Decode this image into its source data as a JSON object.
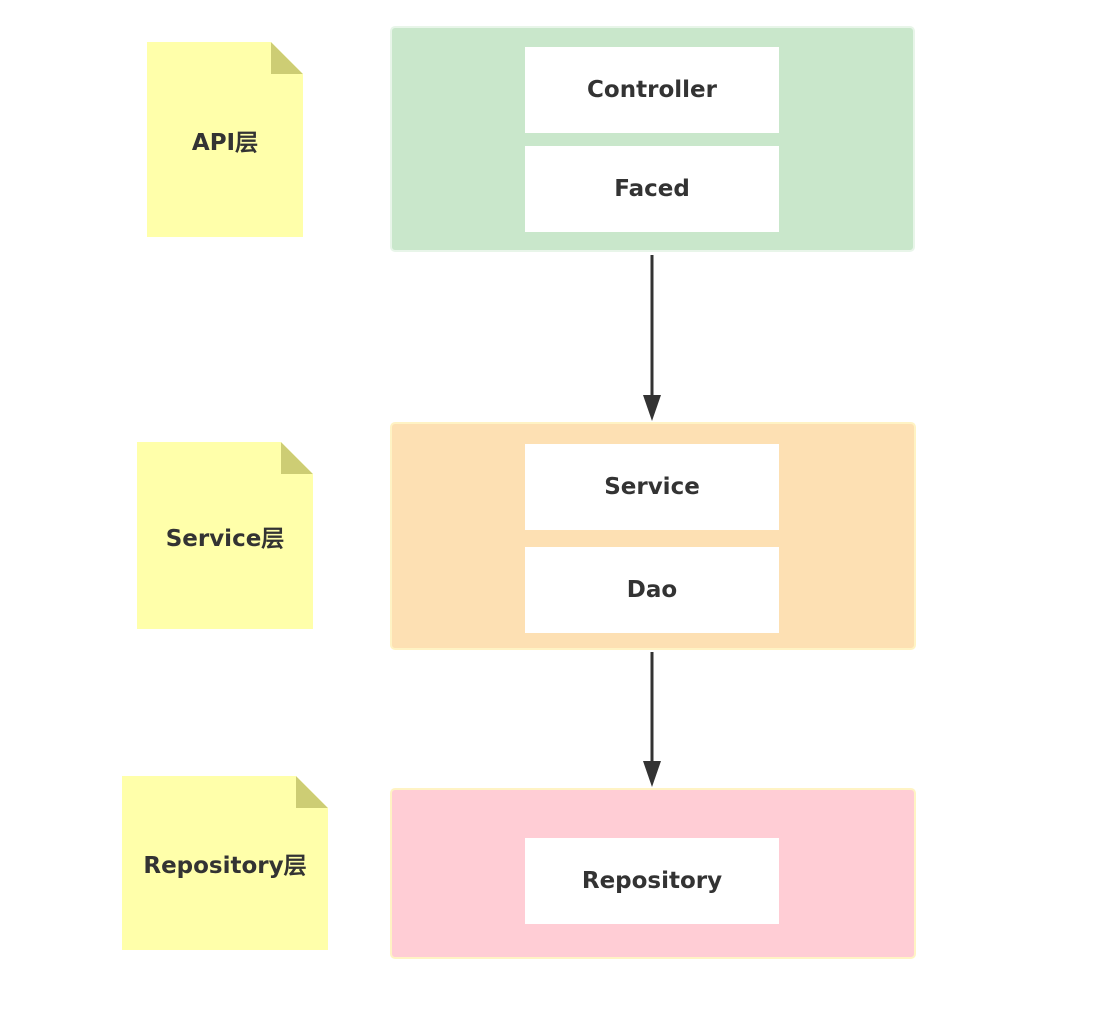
{
  "colors": {
    "note_bg": "#FFFFAA",
    "note_fold": "#CDCD74",
    "api_layer_bg": "#C9E7CB",
    "api_layer_border": "#E8F5E9",
    "service_layer_bg": "#FDE0B3",
    "service_layer_border": "#FFF3C4",
    "repository_layer_bg": "#FFCDD5",
    "repository_layer_border": "#FFF3C4",
    "arrow": "#333333"
  },
  "notes": {
    "api": "API层",
    "service": "Service层",
    "repository": "Repository层"
  },
  "layers": {
    "api": {
      "items": [
        "Controller",
        "Faced"
      ]
    },
    "service": {
      "items": [
        "Service",
        "Dao"
      ]
    },
    "repository": {
      "items": [
        "Repository"
      ]
    }
  }
}
